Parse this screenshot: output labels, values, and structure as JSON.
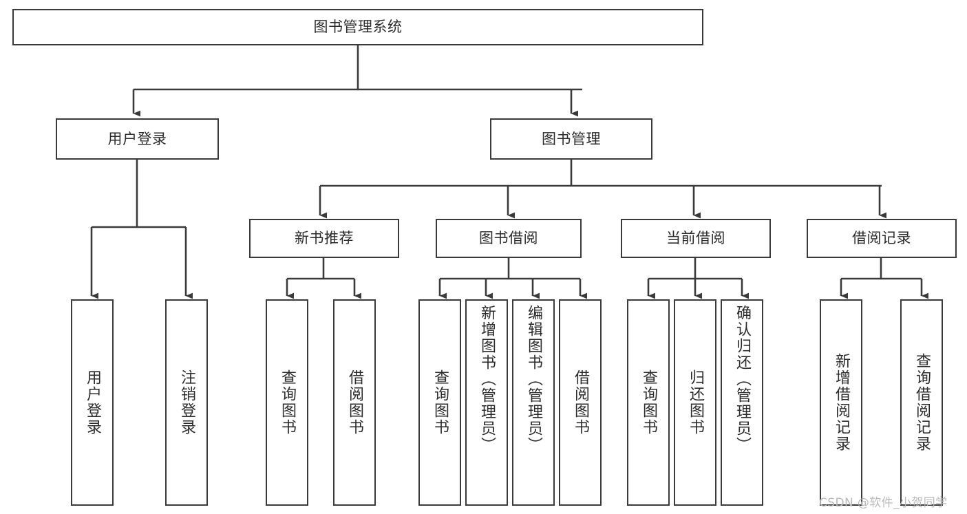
{
  "diagram": {
    "title": "图书管理系统",
    "type": "hierarchy-tree",
    "background_color": "#ffffff",
    "stroke_color": "#3a3a3a",
    "text_color": "#2b2b2b",
    "watermark": "CSDN @软件_小贺同学",
    "levels": {
      "level1": [
        "图书管理系统"
      ],
      "level2": [
        "用户登录",
        "图书管理"
      ],
      "level3": [
        "新书推荐",
        "图书借阅",
        "当前借阅",
        "借阅记录"
      ],
      "level4": [
        "用户登录",
        "注销登录",
        "查询图书",
        "借阅图书",
        "查询图书",
        "新增图书（管理员）",
        "编辑图书（管理员）",
        "借阅图书",
        "查询图书",
        "归还图书",
        "确认归还（管理员）",
        "新增借阅记录",
        "查询借阅记录"
      ]
    },
    "nodes": {
      "root": {
        "label": "图书管理系统"
      },
      "user_login": {
        "label": "用户登录"
      },
      "book_manage": {
        "label": "图书管理"
      },
      "new_book_rec": {
        "label": "新书推荐"
      },
      "book_borrow": {
        "label": "图书借阅"
      },
      "current_borrow": {
        "label": "当前借阅"
      },
      "borrow_record": {
        "label": "借阅记录"
      },
      "leaf_user_login": {
        "label": "用户登录"
      },
      "leaf_logout": {
        "label": "注销登录"
      },
      "leaf_query_book_1": {
        "label": "查询图书"
      },
      "leaf_borrow_book_1": {
        "label": "借阅图书"
      },
      "leaf_query_book_2": {
        "label": "查询图书"
      },
      "leaf_add_book": {
        "label": "新增图书（管理员）"
      },
      "leaf_edit_book": {
        "label": "编辑图书（管理员）"
      },
      "leaf_borrow_book_2": {
        "label": "借阅图书"
      },
      "leaf_query_book_3": {
        "label": "查询图书"
      },
      "leaf_return_book": {
        "label": "归还图书"
      },
      "leaf_confirm_return": {
        "label": "确认归还（管理员）"
      },
      "leaf_add_record": {
        "label": "新增借阅记录"
      },
      "leaf_query_record": {
        "label": "查询借阅记录"
      }
    },
    "edges": [
      {
        "from": "root",
        "to": "user_login"
      },
      {
        "from": "root",
        "to": "book_manage"
      },
      {
        "from": "user_login",
        "to": "leaf_user_login"
      },
      {
        "from": "user_login",
        "to": "leaf_logout"
      },
      {
        "from": "book_manage",
        "to": "new_book_rec"
      },
      {
        "from": "book_manage",
        "to": "book_borrow"
      },
      {
        "from": "book_manage",
        "to": "current_borrow"
      },
      {
        "from": "book_manage",
        "to": "borrow_record"
      },
      {
        "from": "new_book_rec",
        "to": "leaf_query_book_1"
      },
      {
        "from": "new_book_rec",
        "to": "leaf_borrow_book_1"
      },
      {
        "from": "book_borrow",
        "to": "leaf_query_book_2"
      },
      {
        "from": "book_borrow",
        "to": "leaf_add_book"
      },
      {
        "from": "book_borrow",
        "to": "leaf_edit_book"
      },
      {
        "from": "book_borrow",
        "to": "leaf_borrow_book_2"
      },
      {
        "from": "current_borrow",
        "to": "leaf_query_book_3"
      },
      {
        "from": "current_borrow",
        "to": "leaf_return_book"
      },
      {
        "from": "current_borrow",
        "to": "leaf_confirm_return"
      },
      {
        "from": "borrow_record",
        "to": "leaf_add_record"
      },
      {
        "from": "borrow_record",
        "to": "leaf_query_record"
      }
    ]
  }
}
